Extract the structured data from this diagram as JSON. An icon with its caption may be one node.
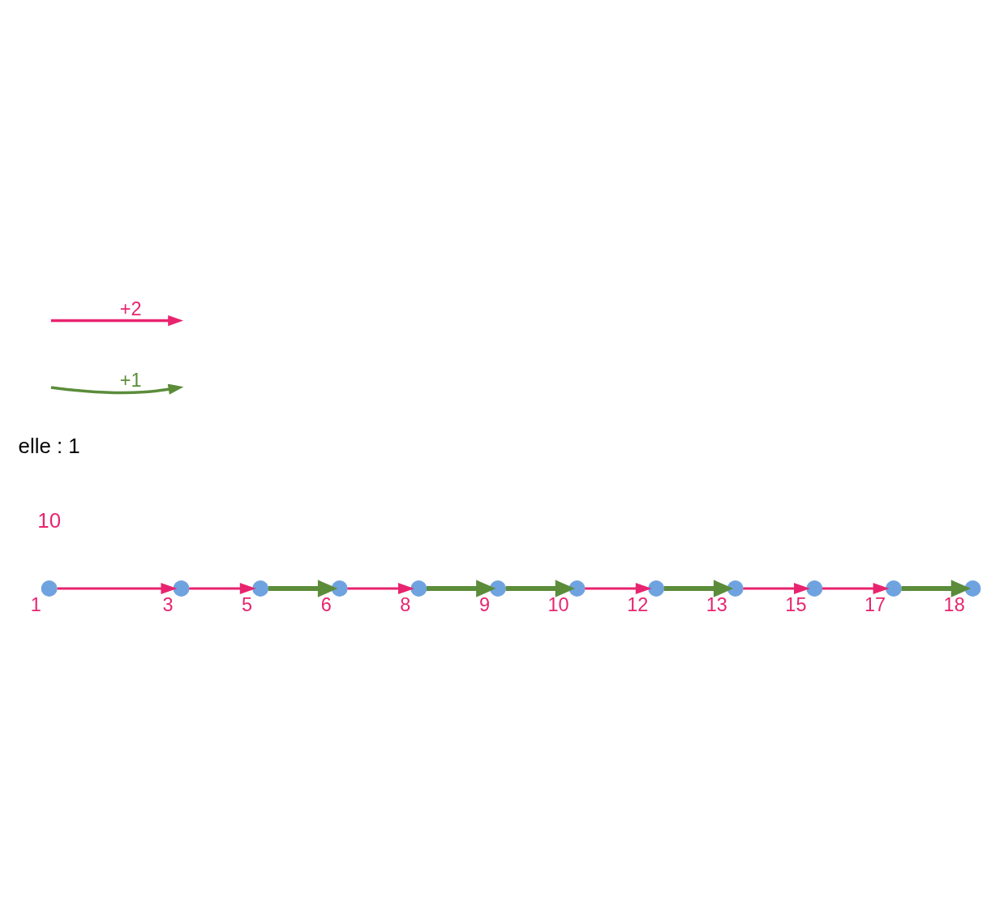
{
  "diagram": {
    "nodes": [
      {
        "text": [],
        "shape": "circle",
        "beside": [
          "1"
        ]
      },
      {
        "text": [],
        "shape": "circle",
        "beside": [
          "3"
        ]
      },
      {
        "text": [],
        "shape": "circle",
        "beside": [
          "5"
        ]
      },
      {
        "text": [],
        "shape": "circle",
        "beside": [
          "6"
        ]
      },
      {
        "text": [],
        "shape": "circle",
        "beside": [
          "8"
        ]
      },
      {
        "text": [],
        "shape": "circle",
        "beside": [
          "9"
        ]
      },
      {
        "text": [],
        "shape": "circle",
        "beside": [
          "10"
        ]
      },
      {
        "text": [],
        "shape": "circle",
        "beside": [
          "12"
        ]
      },
      {
        "text": [],
        "shape": "circle",
        "beside": [
          "13"
        ]
      },
      {
        "text": [],
        "shape": "circle",
        "beside": [
          "15"
        ]
      },
      {
        "text": [],
        "shape": "circle",
        "beside": [
          "17"
        ]
      },
      {
        "text": [],
        "shape": "circle",
        "beside": [
          "18"
        ]
      }
    ],
    "edges": [
      {
        "from": 0,
        "to": 1,
        "arrow": "to"
      },
      {
        "from": 1,
        "to": 2,
        "arrow": "to"
      },
      {
        "from": 2,
        "to": 3,
        "arrow": "to",
        "style": "thick",
        "color": "#5b8c3a"
      },
      {
        "from": 3,
        "to": 4,
        "arrow": "to"
      },
      {
        "from": 4,
        "to": 5,
        "arrow": "to",
        "style": "thick",
        "color": "#5b8c3a"
      },
      {
        "from": 5,
        "to": 6,
        "arrow": "to",
        "style": "thick",
        "color": "#5b8c3a"
      },
      {
        "from": 6,
        "to": 7,
        "arrow": "to"
      },
      {
        "from": 7,
        "to": 8,
        "arrow": "to",
        "style": "thick",
        "color": "#5b8c3a"
      },
      {
        "from": 8,
        "to": 9,
        "arrow": "to"
      },
      {
        "from": 9,
        "to": 10,
        "arrow": "to"
      },
      {
        "from": 10,
        "to": 11,
        "arrow": "to",
        "style": "thick",
        "color": "#5b8c3a"
      }
    ],
    "labels": [
      "10",
      "elle : 1"
    ],
    "legend": [
      {
        "text": "+2"
      },
      {
        "text": "+1"
      }
    ]
  }
}
